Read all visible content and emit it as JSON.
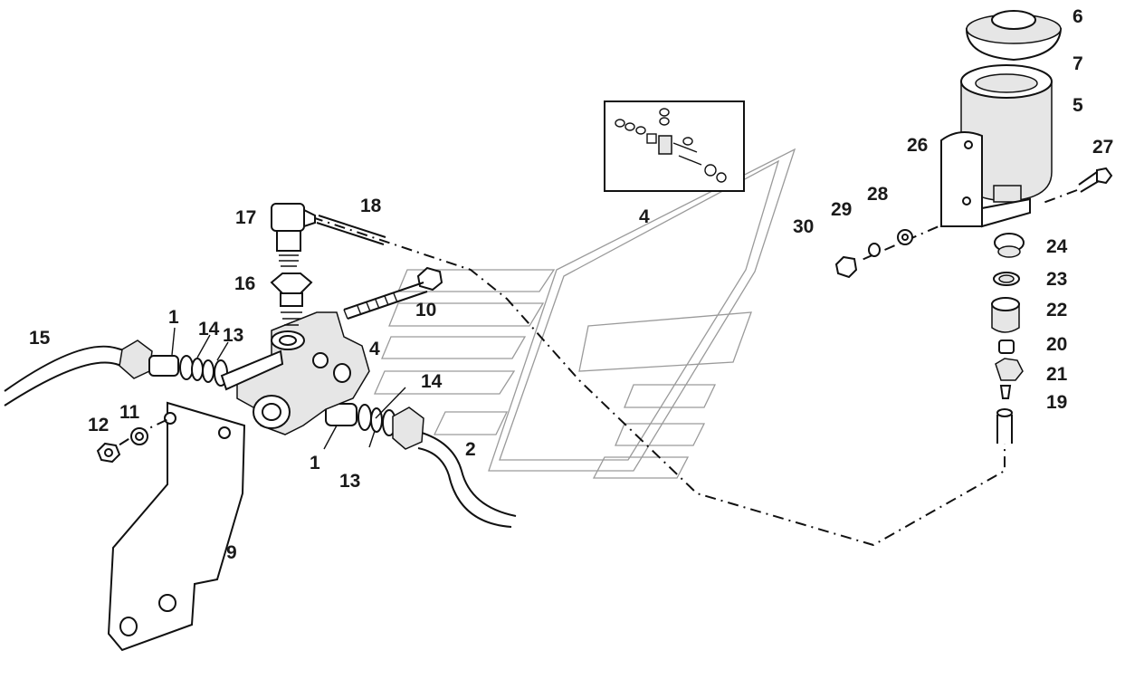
{
  "labels": {
    "p1a": "1",
    "p1b": "1",
    "p2": "2",
    "p4a": "4",
    "p4b": "4",
    "p5": "5",
    "p6": "6",
    "p7": "7",
    "p9": "9",
    "p10": "10",
    "p11": "11",
    "p12": "12",
    "p13a": "13",
    "p13b": "13",
    "p14a": "14",
    "p14b": "14",
    "p15": "15",
    "p16": "16",
    "p17": "17",
    "p18": "18",
    "p19": "19",
    "p20": "20",
    "p21": "21",
    "p22": "22",
    "p23": "23",
    "p24": "24",
    "p26": "26",
    "p27": "27",
    "p28": "28",
    "p29": "29",
    "p30": "30"
  }
}
